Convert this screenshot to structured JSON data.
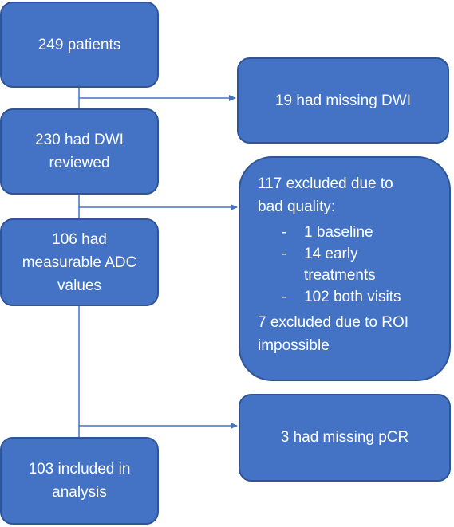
{
  "flow": {
    "step1": "249 patients",
    "step2_line1": "230 had DWI",
    "step2_line2": "reviewed",
    "step3_line1": "106 had",
    "step3_line2": "measurable ADC",
    "step3_line3": "values",
    "step4_line1": "103 included in",
    "step4_line2": "analysis"
  },
  "exclusions": {
    "missing_dwi": "19 had missing DWI",
    "bad_quality_line1": "117 excluded due to",
    "bad_quality_line2": "bad quality:",
    "bullets": [
      "1 baseline",
      "14 early treatments",
      "102 both visits"
    ],
    "roi_line1": "7 excluded due to ROI",
    "roi_line2": "impossible",
    "missing_pcr": "3 had missing pCR"
  },
  "colors": {
    "box_fill": "#4472c4",
    "box_border": "#2f5597",
    "line": "#4472c4"
  }
}
